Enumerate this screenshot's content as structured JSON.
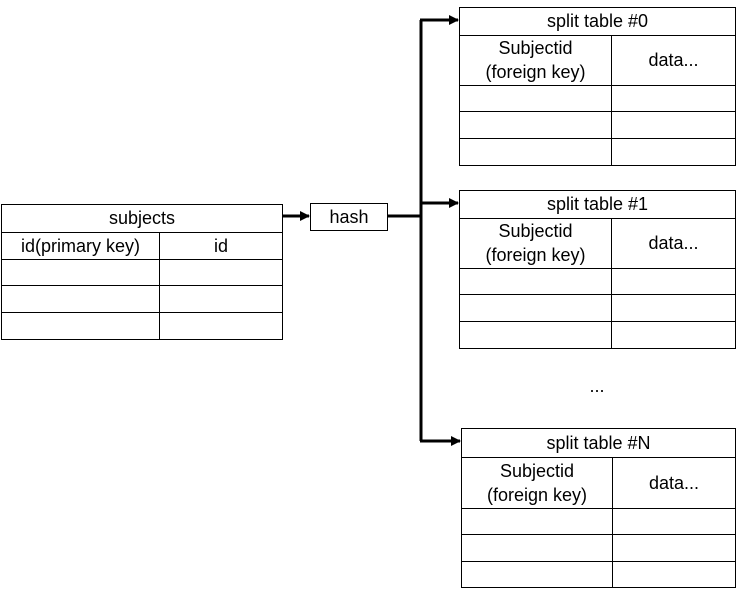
{
  "subjects": {
    "title": "subjects",
    "col1": "id(primary key)",
    "col2": "id"
  },
  "hash": {
    "label": "hash"
  },
  "split_tables": [
    {
      "title": "split table #0",
      "col1": "Subjectid\n(foreign key)",
      "col2": "data..."
    },
    {
      "title": "split table #1",
      "col1": "Subjectid\n(foreign key)",
      "col2": "data..."
    },
    {
      "title": "split table #N",
      "col1": "Subjectid\n(foreign key)",
      "col2": "data..."
    }
  ],
  "ellipsis": "..."
}
